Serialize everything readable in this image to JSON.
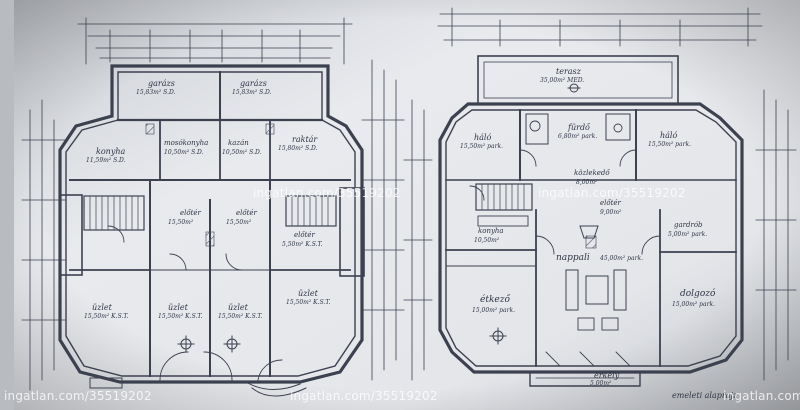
{
  "image": {
    "description_colors": {
      "paper": "#e6e8ec",
      "ink": "#3c4150",
      "shadow": "#6e7277"
    }
  },
  "plan_left": {
    "rooms": [
      {
        "id": "garazs1",
        "name": "garázs",
        "area": "15,83m² S.D."
      },
      {
        "id": "garazs2",
        "name": "garázs",
        "area": "15,83m² S.D."
      },
      {
        "id": "konyha_l",
        "name": "konyha",
        "area": "11,59m² S.D."
      },
      {
        "id": "mosdokonyha",
        "name": "mosókonyha",
        "area": "10,50m² S.D."
      },
      {
        "id": "kazan",
        "name": "kazán",
        "area": "10,50m² S.D."
      },
      {
        "id": "raktar",
        "name": "raktár",
        "area": "15,80m² S.D."
      },
      {
        "id": "eloter_l1",
        "name": "előtér",
        "area": "15,50m²"
      },
      {
        "id": "eloter_l2",
        "name": "előtér",
        "area": "15,50m²"
      },
      {
        "id": "eloter_l3",
        "name": "előtér",
        "area": "5,50m² K.S.T."
      },
      {
        "id": "uzlet1",
        "name": "üzlet",
        "area": "15,50m² K.S.T."
      },
      {
        "id": "uzlet2",
        "name": "üzlet",
        "area": "15,50m² K.S.T."
      },
      {
        "id": "uzlet3",
        "name": "üzlet",
        "area": "15,50m² K.S.T."
      },
      {
        "id": "uzlet4",
        "name": "üzlet",
        "area": "15,50m² K.S.T."
      }
    ]
  },
  "plan_right": {
    "rooms": [
      {
        "id": "terasz",
        "name": "terasz",
        "area": "35,00m² MED."
      },
      {
        "id": "haloszoba1",
        "name": "háló",
        "area": "15,50m² park."
      },
      {
        "id": "furdo",
        "name": "fürdő",
        "area": "6,80m² park."
      },
      {
        "id": "haloszoba2",
        "name": "háló",
        "area": "15,50m² park."
      },
      {
        "id": "kozlekedo",
        "name": "közlekedő",
        "area": "8,00m²"
      },
      {
        "id": "eloter_r",
        "name": "előtér",
        "area": "9,00m²"
      },
      {
        "id": "konyha_r",
        "name": "konyha",
        "area": "10,50m²"
      },
      {
        "id": "gardrob",
        "name": "gardrób",
        "area": "5,00m² park."
      },
      {
        "id": "nappali",
        "name": "nappali",
        "area": "45,00m² park."
      },
      {
        "id": "etkezo",
        "name": "étkező",
        "area": "15,00m² park."
      },
      {
        "id": "dolgozo",
        "name": "dolgozó",
        "area": "15,00m² park."
      },
      {
        "id": "erkely",
        "name": "erkély",
        "area": "5,00m²"
      }
    ],
    "floor_label": "emeleti alaprajz"
  },
  "watermarks": [
    "ingatlan.com/35519202",
    "ingatlan.com/35519202",
    "ingatlan.com/35519202",
    "ingatlan.com/35519202",
    "ingatlan.com"
  ]
}
